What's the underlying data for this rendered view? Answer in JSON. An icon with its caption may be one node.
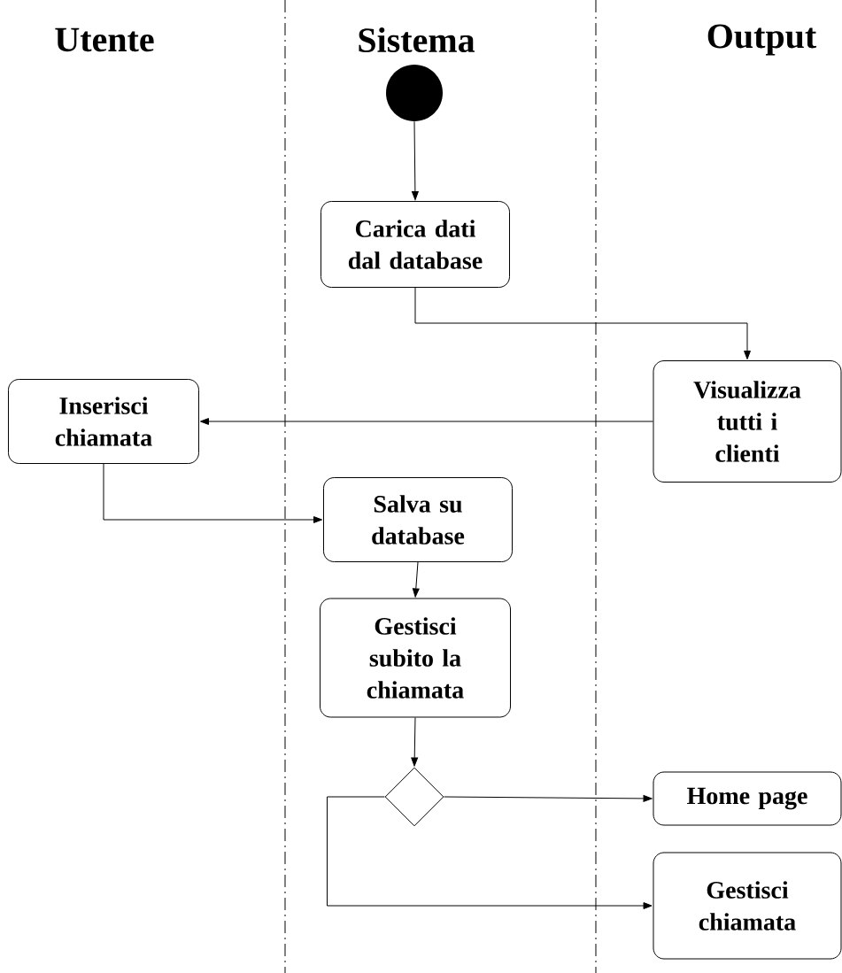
{
  "diagram": {
    "nodes": [
      {
        "text": [],
        "shape": "circle"
      },
      {
        "text": [
          "Carica dati dal database"
        ]
      },
      {
        "text": [
          "Visualizza tutti i clienti"
        ]
      },
      {
        "text": [
          "Inserisci chiamata"
        ]
      },
      {
        "text": [
          "Salva su database"
        ]
      },
      {
        "text": [
          "Gestisci subito la chiamata"
        ]
      },
      {
        "text": [],
        "shape": "diamond"
      },
      {
        "text": [
          "Home page"
        ]
      },
      {
        "text": [
          "Gestisci chiamata"
        ]
      }
    ],
    "edges": [
      {
        "from": 0,
        "to": 1,
        "arrow": "to"
      },
      {
        "from": 1,
        "to": 2,
        "arrow": "to"
      },
      {
        "from": 2,
        "to": 3,
        "arrow": "to"
      },
      {
        "from": 3,
        "to": 4,
        "arrow": "to"
      },
      {
        "from": 4,
        "to": 5,
        "arrow": "to"
      },
      {
        "from": 5,
        "to": 6,
        "arrow": "to"
      },
      {
        "from": 6,
        "to": 7,
        "arrow": "to"
      },
      {
        "from": 6,
        "to": 8,
        "arrow": "to"
      }
    ],
    "labels": [
      "Utente",
      "Sistema",
      "Output"
    ]
  }
}
